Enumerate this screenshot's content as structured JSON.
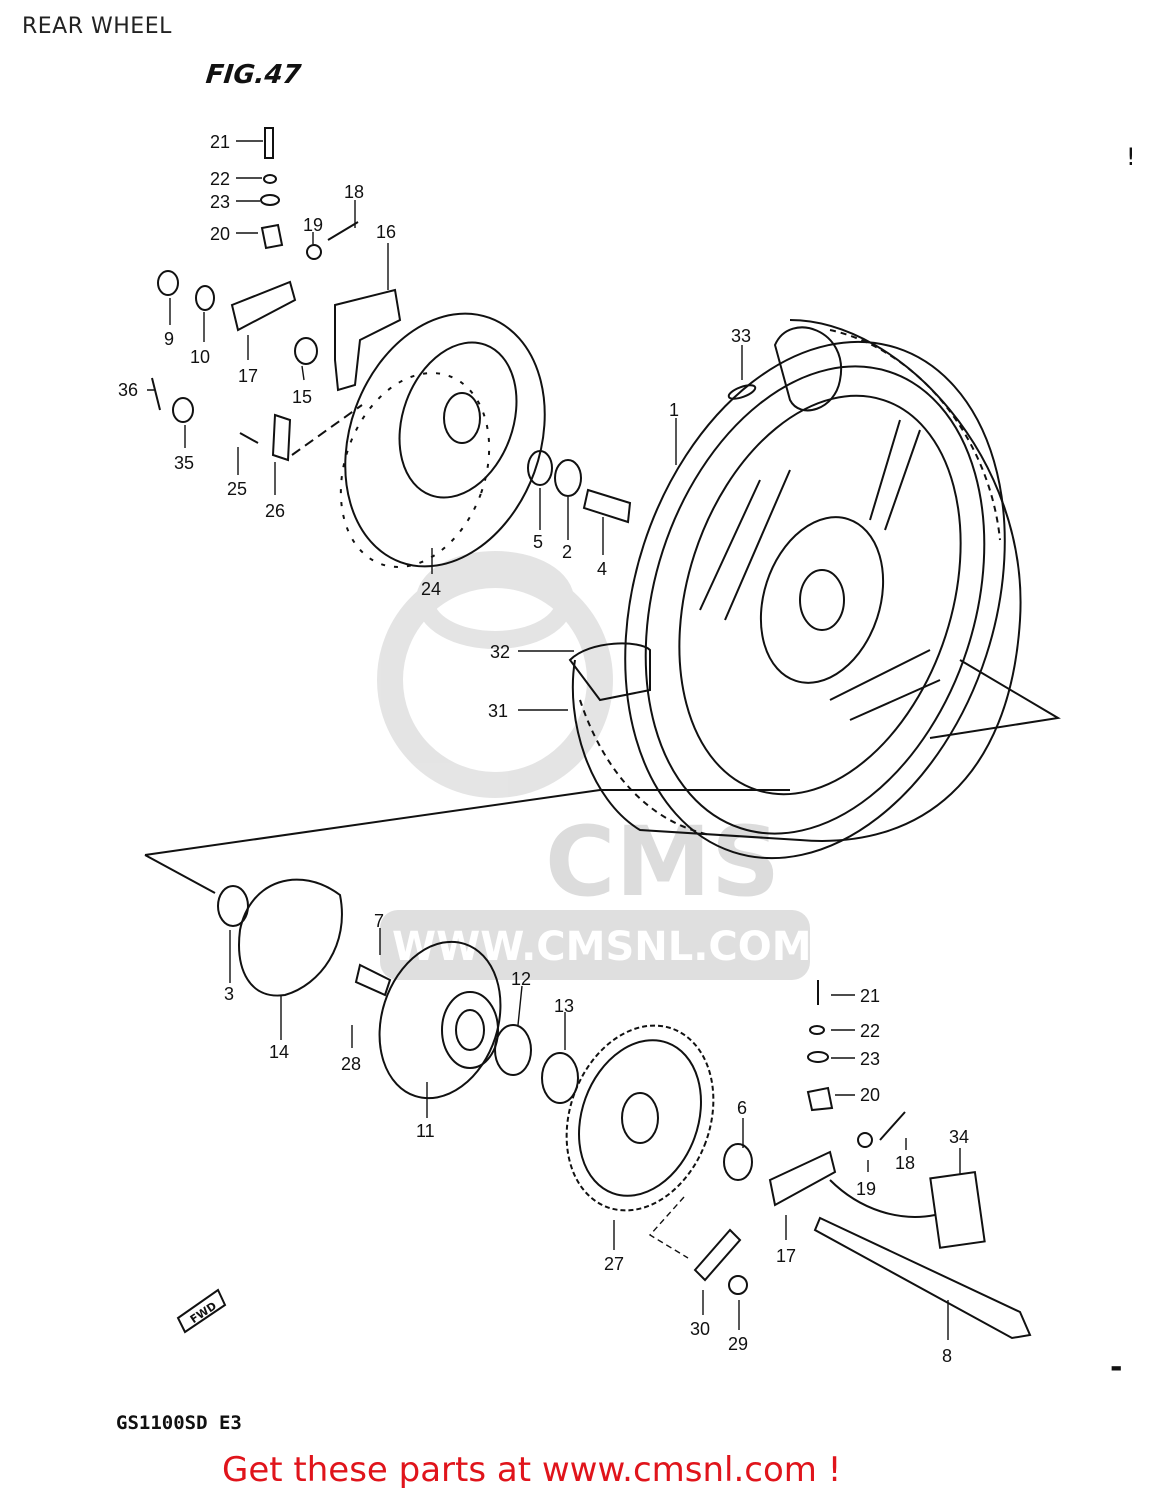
{
  "page": {
    "title": "REAR WHEEL",
    "figure": "FIG.47",
    "model": "GS1100SD  E3",
    "cta": "Get these parts at www.cmsnl.com !"
  },
  "watermark": {
    "brand": "CMS",
    "url": "WWW.CMSNL.COM"
  },
  "tags": {
    "fwd": "FWD",
    "mark1": "!",
    "mark2": "-"
  },
  "callouts": {
    "c21a": "21",
    "c22a": "22",
    "c23a": "23",
    "c20a": "20",
    "c18a": "18",
    "c19a": "19",
    "c16": "16",
    "c9": "9",
    "c10": "10",
    "c17a": "17",
    "c15": "15",
    "c36": "36",
    "c35": "35",
    "c25": "25",
    "c26": "26",
    "c24": "24",
    "c5": "5",
    "c2": "2",
    "c4": "4",
    "c33": "33",
    "c1": "1",
    "c32": "32",
    "c31": "31",
    "c3": "3",
    "c14": "14",
    "c7": "7",
    "c28": "28",
    "c11": "11",
    "c12": "12",
    "c13": "13",
    "c21b": "21",
    "c22b": "22",
    "c23b": "23",
    "c20b": "20",
    "c6": "6",
    "c18b": "18",
    "c19b": "19",
    "c34": "34",
    "c17b": "17",
    "c27": "27",
    "c30": "30",
    "c29": "29",
    "c8": "8"
  }
}
